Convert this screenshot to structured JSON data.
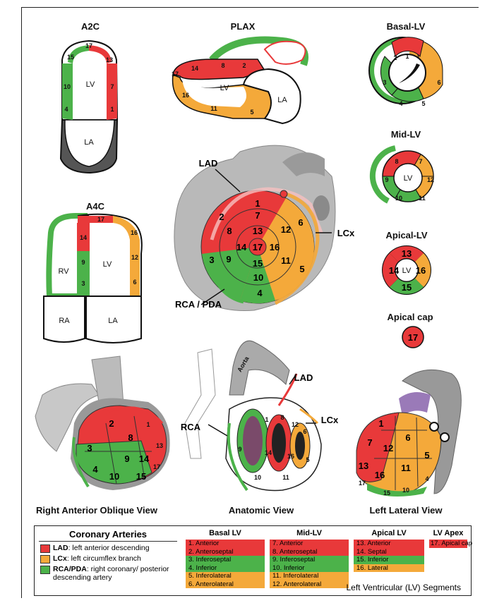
{
  "colors": {
    "lad": "#e8393a",
    "lcx": "#f4a93a",
    "rca": "#4cb24a",
    "wall": "#ffffff",
    "outline": "#111111",
    "heart": "#b9b9b9"
  },
  "views": {
    "a2c": {
      "title": "A2C",
      "lv": "LV",
      "la": "LA",
      "segs": [
        "17",
        "15",
        "13",
        "10",
        "7",
        "4",
        "1"
      ]
    },
    "plax": {
      "title": "PLAX",
      "lv": "LV",
      "la": "LA",
      "segs": [
        "17",
        "14",
        "8",
        "2",
        "16",
        "11",
        "5"
      ]
    },
    "a4c": {
      "title": "A4C",
      "rv": "RV",
      "lv": "LV",
      "ra": "RA",
      "la": "LA",
      "segs": [
        "17",
        "14",
        "16",
        "9",
        "12",
        "3",
        "6"
      ]
    },
    "basal": {
      "title": "Basal-LV",
      "segs": [
        "1",
        "2",
        "3",
        "4",
        "5",
        "6"
      ]
    },
    "mid": {
      "title": "Mid-LV",
      "lv": "LV",
      "segs": [
        "7",
        "8",
        "9",
        "10",
        "11",
        "12"
      ]
    },
    "apical": {
      "title": "Apical-LV",
      "lv": "LV",
      "segs": [
        "13",
        "14",
        "15",
        "16"
      ]
    },
    "cap": {
      "title": "Apical cap",
      "seg": "17"
    },
    "bullseye": {
      "lad": "LAD",
      "lcx": "LCx",
      "rca": "RCA / PDA",
      "segs": [
        "1",
        "2",
        "3",
        "4",
        "5",
        "6",
        "7",
        "8",
        "9",
        "10",
        "11",
        "12",
        "13",
        "14",
        "15",
        "16",
        "17"
      ]
    },
    "rao": {
      "title": "Right Anterior Oblique View",
      "segs": [
        "2",
        "8",
        "1",
        "3",
        "9",
        "14",
        "13",
        "4",
        "10",
        "15",
        "17"
      ]
    },
    "anatomic": {
      "title": "Anatomic View",
      "aorta": "Aorta",
      "rca": "RCA",
      "lad": "LAD",
      "lcx": "LCx",
      "segs": [
        "1",
        "8",
        "12",
        "6",
        "9",
        "14",
        "16",
        "5",
        "10",
        "11"
      ]
    },
    "lateral": {
      "title": "Left Lateral View",
      "segs": [
        "1",
        "7",
        "6",
        "12",
        "13",
        "16",
        "11",
        "5",
        "10",
        "15",
        "4",
        "17"
      ]
    }
  },
  "legend": {
    "title": "Coronary Arteries",
    "arteries": [
      {
        "abbr": "LAD",
        "desc": ": left anterior descending",
        "color": "#e8393a"
      },
      {
        "abbr": "LCx",
        "desc": ": left circumflex branch",
        "color": "#f4a93a"
      },
      {
        "abbr": "RCA/PDA",
        "desc": ": right coronary/ posterior descending artery",
        "color": "#4cb24a"
      }
    ],
    "basal": {
      "title": "Basal LV",
      "rows": [
        "1.   Anterior",
        "2.   Anteroseptal",
        "3.   Inferoseptal",
        "4.   Inferior",
        "5.   Inferolateral",
        "6.   Anterolateral"
      ]
    },
    "mid": {
      "title": "Mid-LV",
      "rows": [
        "7.   Anterior",
        "8.   Anteroseptal",
        "9.   Inferoseptal",
        "10.  Inferior",
        "11.  Inferolateral",
        "12.  Anterolateral"
      ]
    },
    "apical": {
      "title": "Apical LV",
      "rows": [
        "13.  Anterior",
        "14.  Septal",
        "15.  Inferior",
        "16.  Lateral"
      ]
    },
    "apex": {
      "title": "LV Apex",
      "rows": [
        "17.  Apical cap"
      ]
    },
    "footer": "Left Ventricular (LV) Segments"
  }
}
